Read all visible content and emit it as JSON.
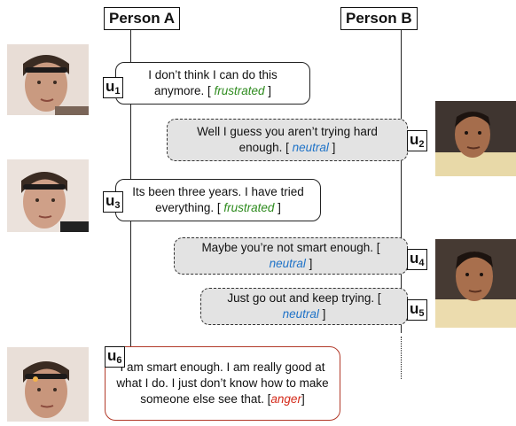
{
  "persons": {
    "a": "Person A",
    "b": "Person B"
  },
  "utterances": [
    {
      "tag": "u",
      "num": "1",
      "text": "I don’t think I can do this anymore.",
      "emotion": "frustrated",
      "speaker": "A"
    },
    {
      "tag": "u",
      "num": "2",
      "text": "Well I guess you aren’t trying hard enough.",
      "emotion": "neutral",
      "speaker": "B"
    },
    {
      "tag": "u",
      "num": "3",
      "text": "Its been three years. I have tried everything.",
      "emotion": "frustrated",
      "speaker": "A"
    },
    {
      "tag": "u",
      "num": "4",
      "text": "Maybe you’re not smart enough.",
      "emotion": "neutral",
      "speaker": "B"
    },
    {
      "tag": "u",
      "num": "5",
      "text": "Just go out and keep trying.",
      "emotion": "neutral",
      "speaker": "B"
    },
    {
      "tag": "u",
      "num": "6",
      "text": "I am smart enough. I am really good at what I do. I just don’t know how to make someone else see that.",
      "emotion": "anger",
      "speaker": "A"
    }
  ],
  "colors": {
    "frustrated": "#2e8b1e",
    "neutral": "#1f73c8",
    "anger": "#d42a1a",
    "anger_border": "#b23a2a",
    "b_fill": "#e3e3e3"
  }
}
